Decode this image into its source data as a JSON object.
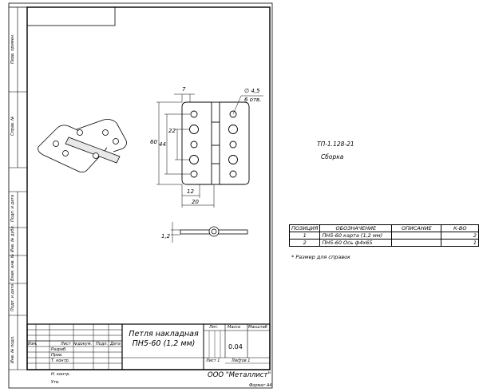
{
  "left_strip": {
    "labels": [
      "Перв. примен.",
      "Справ. №",
      "Подп. и дата",
      "Инв. № дубл.",
      "Взам. инв. №",
      "Подп. и дата",
      "Инв. № подл."
    ]
  },
  "title_block": {
    "title_line1": "Петля накладная",
    "title_line2": "ПН5-60 (1,2 мм)",
    "col_lit": "Лит.",
    "col_mass": "Масса",
    "col_scale": "Масштаб",
    "mass_value": "0.04",
    "sheet": "Лист 1",
    "sheets": "Листов 1",
    "company": "ООО \"Металлист\"",
    "format": "Формат А4",
    "rev_headers": [
      "Изм.",
      "Лист",
      "№докум.",
      "Подп.",
      "Дата"
    ],
    "roles": [
      "Разраб.",
      "Пров.",
      "Т. контр.",
      "",
      "Н. контр.",
      "Утв."
    ]
  },
  "drawing": {
    "dim_hole": "∅ 4,5",
    "dim_holes_count": "6 отв.",
    "dim_7": "7",
    "dim_60": "60",
    "dim_44": "44",
    "dim_22": "22",
    "dim_12": "12",
    "dim_20": "20",
    "dim_thickness": "1,2"
  },
  "annotation": {
    "code": "ТП-1.128-21",
    "type": "Сборка",
    "note": "* Размер для справок"
  },
  "parts_table": {
    "headers": [
      "ПОЗИЦИЯ",
      "ОБОЗНАЧЕНИЕ",
      "ОПИСАНИЕ",
      "К-ВО"
    ],
    "rows": [
      {
        "pos": "1",
        "designation": "ПН5-60 карта (1,2 мм)",
        "description": "",
        "qty": "2"
      },
      {
        "pos": "2",
        "designation": "ПН5-60 Ось ф4х65",
        "description": "",
        "qty": "1"
      }
    ]
  }
}
